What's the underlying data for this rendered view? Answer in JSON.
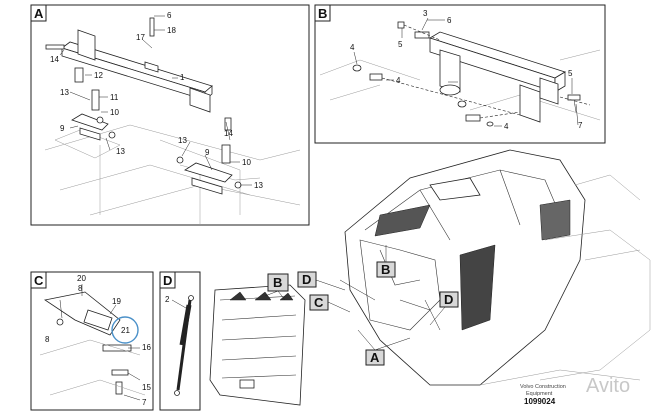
{
  "panels": {
    "A": {
      "label": "A",
      "callouts": [
        "6",
        "18",
        "17",
        "14",
        "12",
        "1",
        "13",
        "11",
        "10",
        "9",
        "13",
        "14",
        "13",
        "9",
        "10",
        "13"
      ]
    },
    "B": {
      "label": "B",
      "callouts": [
        "3",
        "5",
        "6",
        "4",
        "4",
        "4",
        "5",
        "7"
      ]
    },
    "C": {
      "label": "C",
      "callouts": [
        "20",
        "8",
        "19",
        "21",
        "16",
        "15",
        "7"
      ]
    },
    "D": {
      "label": "D",
      "callouts": [
        "2"
      ]
    }
  },
  "main_view": {
    "refs": {
      "B1": "B",
      "B2": "B",
      "C": "C",
      "D1": "D",
      "D2": "D",
      "A": "A"
    }
  },
  "footer": {
    "caption_line1": "Volvo Construction",
    "caption_line2": "Equipment",
    "figure_id": "1099024"
  },
  "watermark": "Avito",
  "colors": {
    "line": "#222222",
    "highlight_circle": "#4a90c8",
    "tag_fill": "#d8d8d8"
  }
}
